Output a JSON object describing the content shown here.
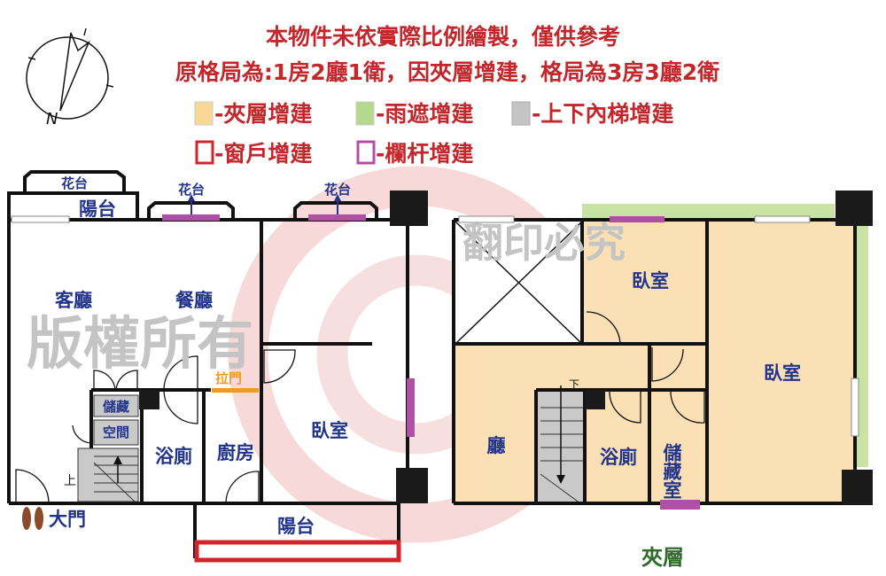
{
  "header": {
    "line1": "本物件未依實際比例繪製，僅供參考",
    "line2": "原格局為:1房2廳1衛，因夾層增建，格局為3房3廳2衛"
  },
  "compass": {
    "label": "N"
  },
  "legend": [
    {
      "label": "-夾層增建",
      "color": "#f9d896"
    },
    {
      "label": "-雨遮增建",
      "color": "#b5d98c"
    },
    {
      "label": "-上下內梯增建",
      "color": "#c4c4c4"
    },
    {
      "label": "-窗戶增建",
      "color": "#d0262b"
    },
    {
      "label": "-欄杆增建",
      "color": "#b04fa6"
    }
  ],
  "ground_floor": {
    "planter_1": "花台",
    "balcony_top": "陽台",
    "planter_2": "花台",
    "planter_3": "花台",
    "living_room": "客廳",
    "dining_room": "餐廳",
    "sliding_door": "拉門",
    "storage_1": "儲藏",
    "storage_2": "空間",
    "bathroom": "浴廁",
    "kitchen": "廚房",
    "bedroom": "臥室",
    "stairs_up": "上",
    "main_door": "大門",
    "balcony_bottom": "陽台"
  },
  "mezzanine": {
    "bedroom_1": "臥室",
    "bedroom_2": "臥室",
    "hall": "廳",
    "bathroom": "浴廁",
    "storage_room": "儲藏室",
    "stairs_down": "下",
    "caption": "夾層"
  },
  "watermark": {
    "left": "版權所有",
    "right": "翻印必究"
  }
}
